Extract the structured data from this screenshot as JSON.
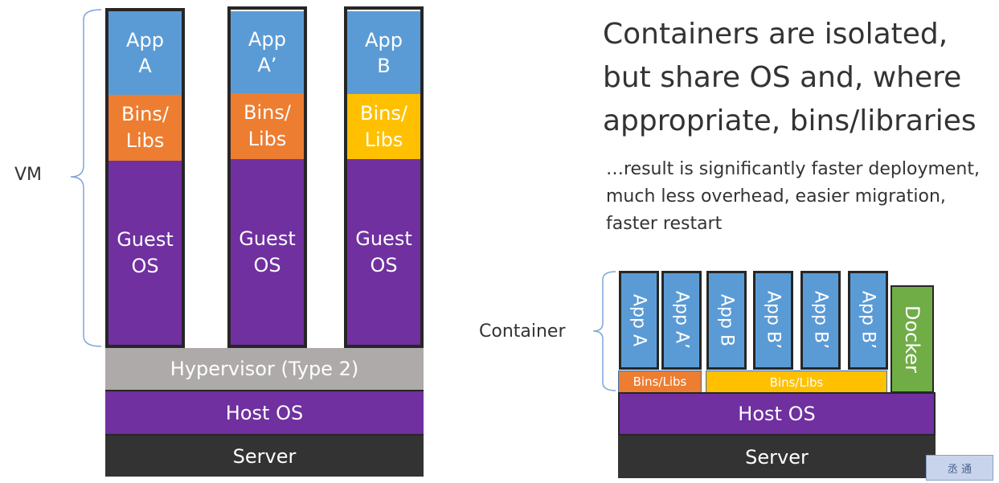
{
  "vm_side": {
    "vm_label": "VM",
    "stacks": [
      {
        "app": "App\nA",
        "bins": "Bins/\nLibs",
        "bins_color": "#ed7d31",
        "guest": "Guest\nOS"
      },
      {
        "app": "App\nA’",
        "bins": "Bins/\nLibs",
        "bins_color": "#ed7d31",
        "guest": "Guest\nOS"
      },
      {
        "app": "App\nB",
        "bins": "Bins/\nLibs",
        "bins_color": "#ffc000",
        "guest": "Guest\nOS"
      }
    ],
    "hypervisor": "Hypervisor (Type 2)",
    "host_os": "Host OS",
    "server": "Server"
  },
  "container_side": {
    "container_label": "Container",
    "apps": [
      "App A",
      "App A’",
      "App B",
      "App B’",
      "App B’",
      "App B’"
    ],
    "docker": "Docker",
    "bins_orange": "Bins/Libs",
    "bins_yellow": "Bins/Libs",
    "host_os": "Host OS",
    "server": "Server"
  },
  "text": {
    "heading_lines": [
      "Containers are isolated,",
      "but share OS and, where",
      "appropriate, bins/libraries"
    ],
    "sub_lines": [
      "…result is significantly faster deployment,",
      "much less overhead, easier migration,",
      "faster restart"
    ]
  },
  "logo": {
    "text": "丞 通"
  },
  "colors": {
    "app": "#5b9bd5",
    "bins_orange": "#ed7d31",
    "bins_yellow": "#ffc000",
    "guest_os": "#7030a0",
    "hypervisor": "#aeaaaa",
    "host_os": "#7030a0",
    "server": "#333333",
    "docker": "#70ad47",
    "bracket": "#7ea6d8"
  }
}
